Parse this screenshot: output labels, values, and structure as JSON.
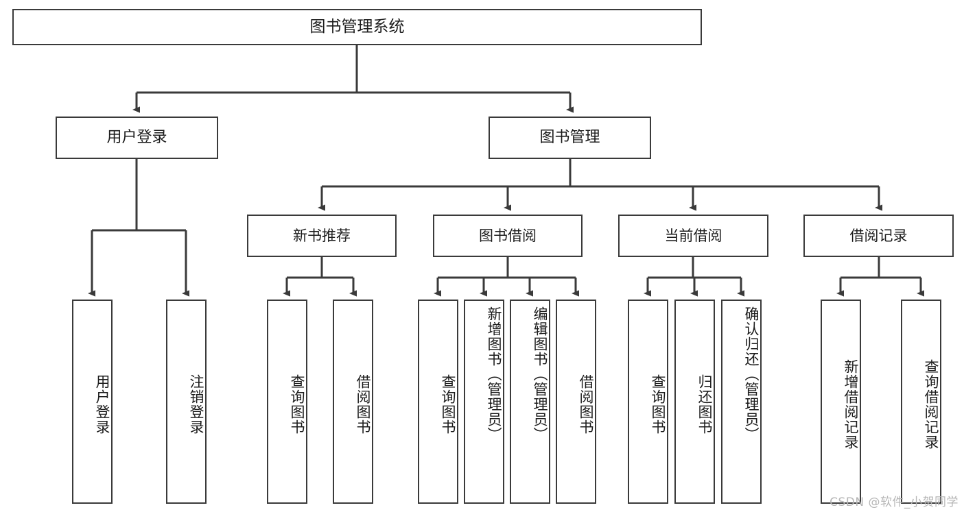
{
  "diagram": {
    "title": "图书管理系统",
    "type": "tree",
    "root": {
      "id": "root",
      "label": "图书管理系统"
    },
    "level2": [
      {
        "id": "user-login",
        "label": "用户登录"
      },
      {
        "id": "book-management",
        "label": "图书管理"
      }
    ],
    "level3": [
      {
        "id": "new-book-recommend",
        "label": "新书推荐"
      },
      {
        "id": "book-borrow",
        "label": "图书借阅"
      },
      {
        "id": "current-borrow",
        "label": "当前借阅"
      },
      {
        "id": "borrow-record",
        "label": "借阅记录"
      }
    ],
    "leaves": {
      "user_login": [
        {
          "id": "leaf-user-login",
          "label": "用户登录"
        },
        {
          "id": "leaf-user-logout",
          "label": "注销登录"
        }
      ],
      "new_book_recommend": [
        {
          "id": "leaf-query-books-1",
          "label": "查询图书"
        },
        {
          "id": "leaf-borrow-books-1",
          "label": "借阅图书"
        }
      ],
      "book_borrow": [
        {
          "id": "leaf-query-books-2",
          "label": "查询图书"
        },
        {
          "id": "leaf-add-book",
          "label": "新增图书（管理员）"
        },
        {
          "id": "leaf-edit-book",
          "label": "编辑图书（管理员）"
        },
        {
          "id": "leaf-borrow-books-2",
          "label": "借阅图书"
        }
      ],
      "current_borrow": [
        {
          "id": "leaf-query-books-3",
          "label": "查询图书"
        },
        {
          "id": "leaf-return-book",
          "label": "归还图书"
        },
        {
          "id": "leaf-confirm-return",
          "label": "确认归还（管理员）"
        }
      ],
      "borrow_record": [
        {
          "id": "leaf-add-record",
          "label": "新增借阅记录"
        },
        {
          "id": "leaf-query-record",
          "label": "查询借阅记录"
        }
      ]
    }
  },
  "watermark": {
    "text": "CSDN @软件_小贺同学"
  },
  "colors": {
    "border": "#3a3a3a",
    "text": "#1c1c1c",
    "background": "#ffffff",
    "watermark": "#b6b6b6"
  }
}
